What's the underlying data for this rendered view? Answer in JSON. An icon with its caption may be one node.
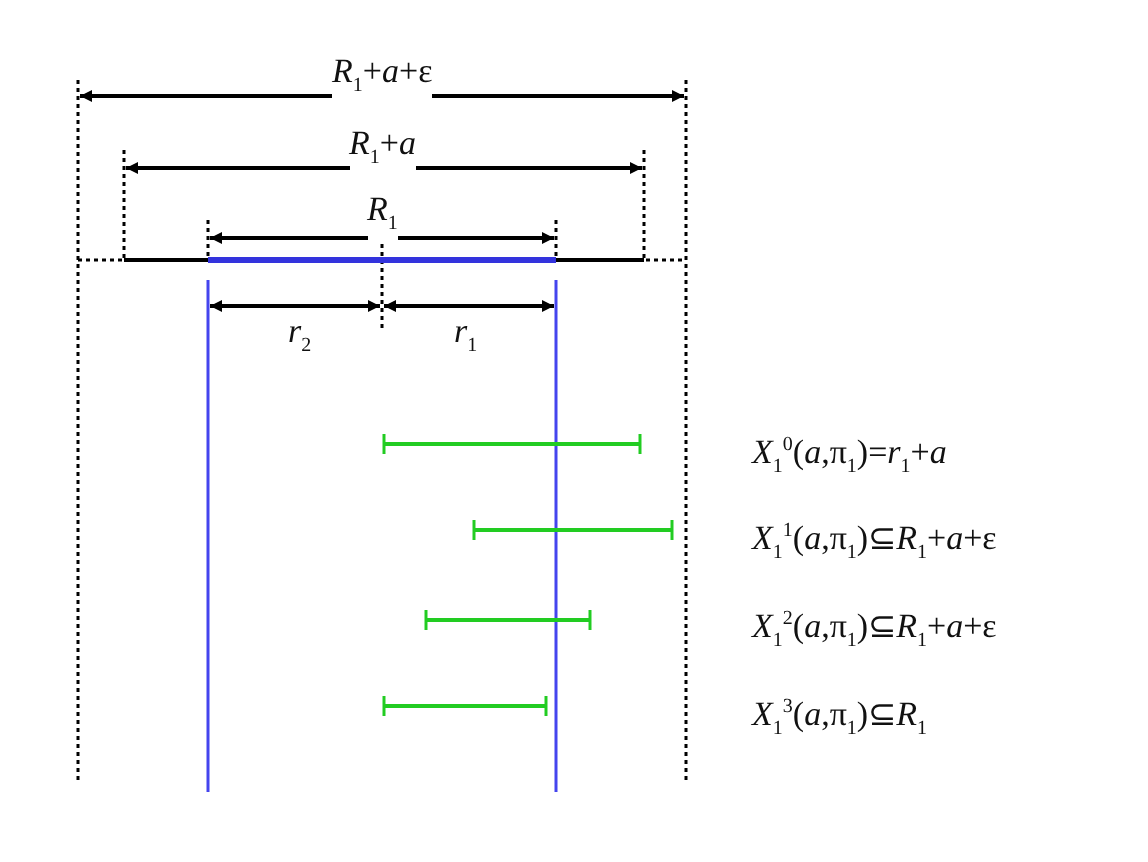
{
  "diagram": {
    "labels": [
      "*R*$_{1}$+*a*+ε",
      "*R*$_{1}$+*a*",
      "*R*$_{1}$",
      "*r*$_{2}$",
      "*r*$_{1}$",
      "*X*$_{1}$$^{0}$(*a*,π$_{1}$)=*r*$_{1}$+*a*",
      "*X*$_{1}$$^{1}$(*a*,π$_{1}$)⊆*R*$_{1}$+*a*+ε",
      "*X*$_{1}$$^{2}$(*a*,π$_{1}$)⊆*R*$_{1}$+*a*+ε",
      "*X*$_{1}$$^{3}$(*a*,π$_{1}$)⊆*R*$_{1}$"
    ]
  }
}
